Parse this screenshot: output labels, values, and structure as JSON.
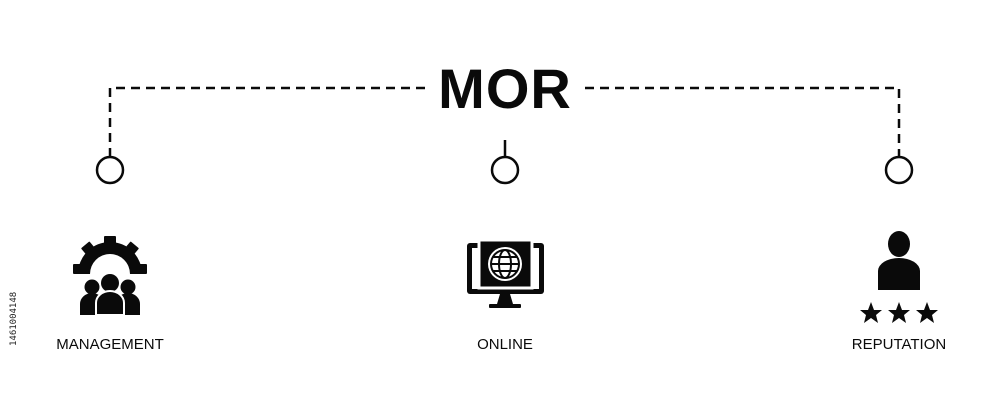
{
  "title": "MOR",
  "nodes": [
    {
      "label": "MANAGEMENT",
      "icon": "team-gear-icon"
    },
    {
      "label": "ONLINE",
      "icon": "monitor-globe-icon"
    },
    {
      "label": "REPUTATION",
      "icon": "person-rating-icon"
    }
  ],
  "stock_id": "1461004148",
  "colors": {
    "ink": "#0a0a0a",
    "background": "#ffffff"
  }
}
